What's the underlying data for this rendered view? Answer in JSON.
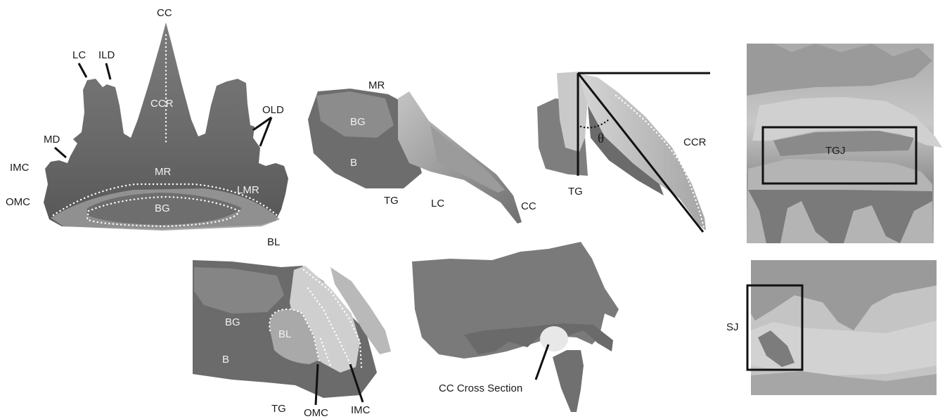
{
  "labels": {
    "panel_a": {
      "cc": "CC",
      "lc": "LC",
      "ild": "ILD",
      "old": "OLD",
      "md": "MD",
      "imc": "IMC",
      "ccr": "CCR",
      "mr": "MR",
      "lmr": "LMR",
      "omc": "OMC",
      "bg": "BG",
      "bl": "BL"
    },
    "panel_b": {
      "mr": "MR",
      "bg": "BG",
      "b": "B",
      "tg": "TG",
      "lc": "LC",
      "cc": "CC"
    },
    "panel_c": {
      "theta": "θ",
      "ccr": "CCR",
      "tg": "TG"
    },
    "panel_d": {
      "tgj": "TGJ"
    },
    "panel_e": {
      "bg": "BG",
      "bl": "BL",
      "b": "B",
      "tg": "TG",
      "omc": "OMC",
      "imc": "IMC"
    },
    "panel_f": {
      "cross_section": "CC Cross Section"
    },
    "panel_g": {
      "sj": "SJ"
    }
  },
  "colors": {
    "background": "#ffffff",
    "scale_dark": "#5a5a5a",
    "scale_mid": "#8e8e8e",
    "scale_light": "#c9c9c9",
    "annotation": "#111111",
    "annotation_dots": "#ffffff"
  }
}
